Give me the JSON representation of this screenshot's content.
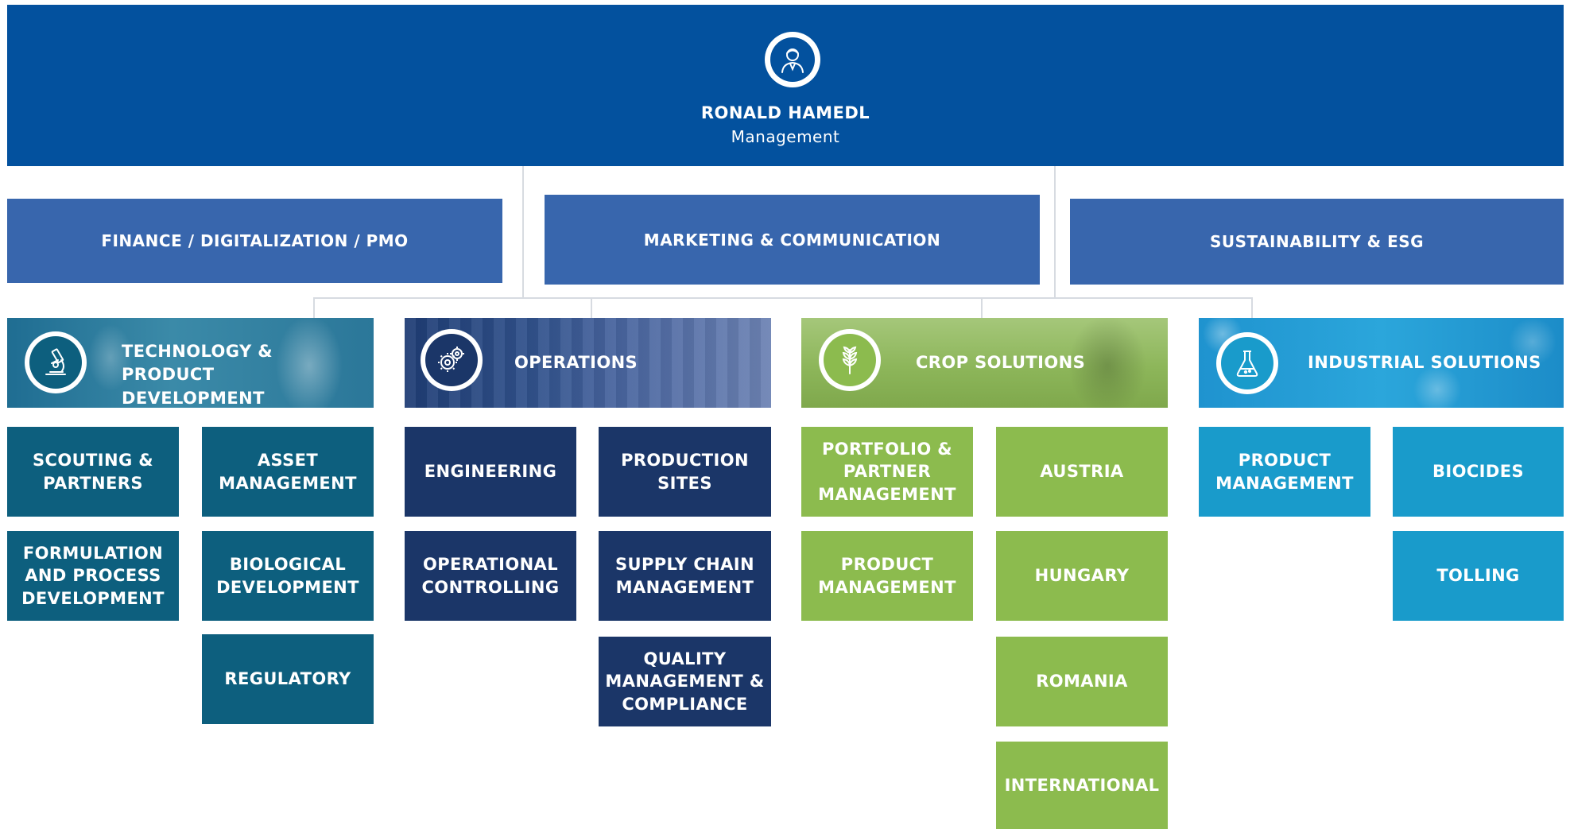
{
  "management": {
    "name": "RONALD HAMEDL",
    "role": "Management",
    "icon": "person-icon"
  },
  "staff_units": [
    "FINANCE / DIGITALIZATION / PMO",
    "MARKETING & COMMUNICATION",
    "SUSTAINABILITY & ESG"
  ],
  "divisions": {
    "technology": {
      "label": "TECHNOLOGY & PRODUCT DEVELOPMENT",
      "icon": "microscope-icon",
      "color": "#0d5f7e",
      "units": [
        "SCOUTING & PARTNERS",
        "ASSET MANAGEMENT",
        "FORMULATION AND PROCESS DEVELOPMENT",
        "BIOLOGICAL DEVELOPMENT",
        "REGULATORY"
      ]
    },
    "operations": {
      "label": "OPERATIONS",
      "icon": "gears-icon",
      "color": "#1b3668",
      "units": [
        "ENGINEERING",
        "PRODUCTION SITES",
        "OPERATIONAL CONTROLLING",
        "SUPPLY CHAIN MANAGEMENT",
        "QUALITY MANAGEMENT & COMPLIANCE"
      ]
    },
    "crop": {
      "label": "CROP SOLUTIONS",
      "icon": "wheat-icon",
      "color": "#8cbb4e",
      "units": [
        "PORTFOLIO & PARTNER MANAGEMENT",
        "AUSTRIA",
        "PRODUCT MANAGEMENT",
        "HUNGARY",
        "ROMANIA",
        "INTERNATIONAL"
      ]
    },
    "industrial": {
      "label": "INDUSTRIAL SOLUTIONS",
      "icon": "flask-icon",
      "color": "#199bcb",
      "units": [
        "PRODUCT MANAGEMENT",
        "BIOCIDES",
        "TOLLING"
      ]
    }
  }
}
